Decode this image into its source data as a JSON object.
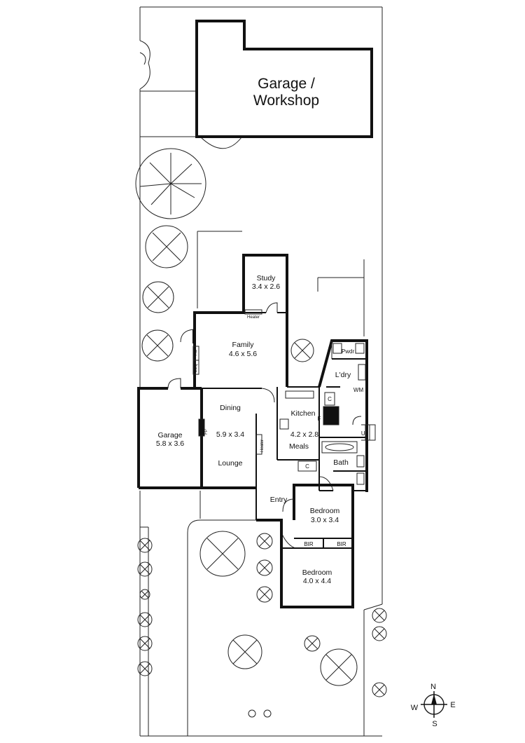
{
  "plan": {
    "garage_workshop_line1": "Garage /",
    "garage_workshop_line2": "Workshop",
    "study": {
      "name": "Study",
      "size": "3.4 x 2.6"
    },
    "heater_study": "Heater",
    "family": {
      "name": "Family",
      "size": "4.6 x 5.6"
    },
    "bbq": "BBQ",
    "ac": "AC",
    "pwdr": "Pwdr",
    "ldry": "L'dry",
    "wm": "WM",
    "kitchen": "Kitchen",
    "kitchen_size": "4.2 x 2.8",
    "meals": "Meals",
    "f_label": "F",
    "c_kitchen": "C",
    "c_meals": "C",
    "up": "Up",
    "dining": "Dining",
    "living_size": "5.9 x 3.4",
    "lounge": "Lounge",
    "fp": "FP",
    "heater_lounge": "Heater",
    "garage": {
      "name": "Garage",
      "size": "5.8 x 3.6"
    },
    "bath": "Bath",
    "entry": "Entry",
    "bedroom1": {
      "name": "Bedroom",
      "size": "3.0 x 3.4"
    },
    "bir1": "BIR",
    "bir2": "BIR",
    "bedroom2": {
      "name": "Bedroom",
      "size": "4.0 x 4.4"
    }
  },
  "compass": {
    "n": "N",
    "e": "E",
    "s": "S",
    "w": "W"
  }
}
